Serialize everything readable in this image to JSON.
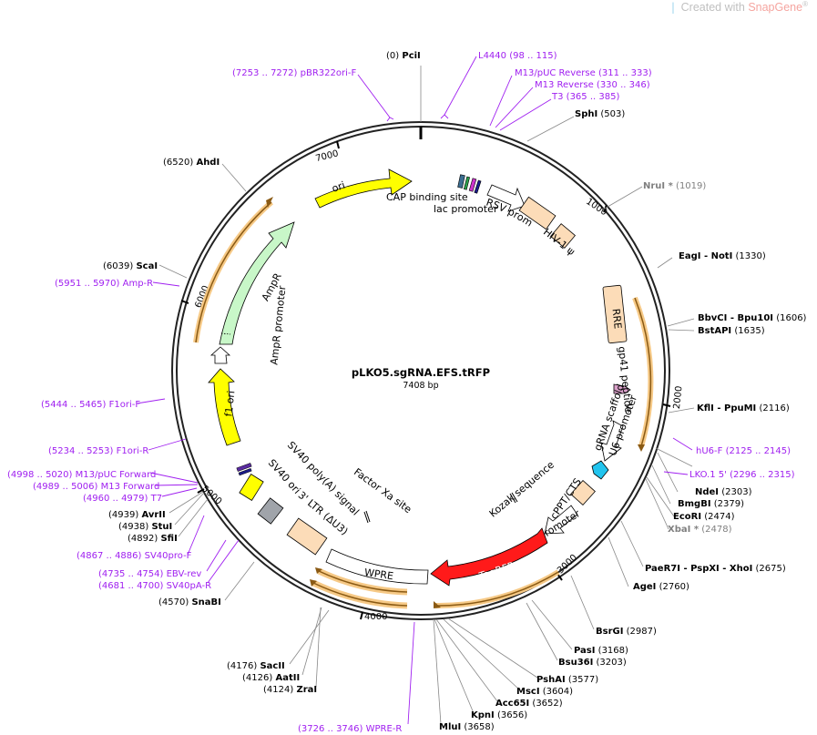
{
  "watermark": {
    "prefix": "Created with ",
    "brand": "SnapGene",
    "mark": "®"
  },
  "plasmid": {
    "name": "pLKO5.sgRNA.EFS.tRFP",
    "length_label": "7408 bp"
  },
  "colors": {
    "primer": "#a020f0",
    "site": "#000000",
    "nonunique_site": "#808080",
    "backbone": "#222222"
  },
  "ticks": [
    {
      "label": "1000"
    },
    {
      "label": "2000"
    },
    {
      "label": "3000"
    },
    {
      "label": "4000"
    },
    {
      "label": "5000"
    },
    {
      "label": "6000"
    },
    {
      "label": "7000"
    }
  ],
  "sites": [
    {
      "name": "PciI",
      "pos": "(0)"
    },
    {
      "name": "SphI",
      "pos": "(503)"
    },
    {
      "name": "NruI *",
      "pos": "(1019)"
    },
    {
      "name": "EagI  -  NotI",
      "pos": "(1330)"
    },
    {
      "name": "BbvCI  -  Bpu10I",
      "pos": "(1606)"
    },
    {
      "name": "BstAPI",
      "pos": "(1635)"
    },
    {
      "name": "KflI  -  PpuMI",
      "pos": "(2116)"
    },
    {
      "name": "NdeI",
      "pos": "(2303)"
    },
    {
      "name": "BmgBI",
      "pos": "(2379)"
    },
    {
      "name": "EcoRI",
      "pos": "(2474)"
    },
    {
      "name": "XbaI *",
      "pos": "(2478)"
    },
    {
      "name": "PaeR7I  -  PspXI  -  XhoI",
      "pos": "(2675)"
    },
    {
      "name": "AgeI",
      "pos": "(2760)"
    },
    {
      "name": "BsrGI",
      "pos": "(2987)"
    },
    {
      "name": "PasI",
      "pos": "(3168)"
    },
    {
      "name": "Bsu36I",
      "pos": "(3203)"
    },
    {
      "name": "PshAI",
      "pos": "(3577)"
    },
    {
      "name": "MscI",
      "pos": "(3604)"
    },
    {
      "name": "Acc65I",
      "pos": "(3652)"
    },
    {
      "name": "KpnI",
      "pos": "(3656)"
    },
    {
      "name": "MluI",
      "pos": "(3658)"
    },
    {
      "name": "SacII",
      "pos": "(4176)"
    },
    {
      "name": "AatII",
      "pos": "(4126)"
    },
    {
      "name": "ZraI",
      "pos": "(4124)"
    },
    {
      "name": "SnaBI",
      "pos": "(4570)"
    },
    {
      "name": "SfiI",
      "pos": "(4892)"
    },
    {
      "name": "StuI",
      "pos": "(4938)"
    },
    {
      "name": "AvrII",
      "pos": "(4939)"
    },
    {
      "name": "ScaI",
      "pos": "(6039)"
    },
    {
      "name": "AhdI",
      "pos": "(6520)"
    }
  ],
  "primers": [
    {
      "name": "pBR322ori-F",
      "range": "(7253 .. 7272)"
    },
    {
      "name": "L4440",
      "range": "(98 .. 115)"
    },
    {
      "name": "M13/pUC Reverse",
      "range": "(311 .. 333)"
    },
    {
      "name": "M13 Reverse",
      "range": "(330 .. 346)"
    },
    {
      "name": "T3",
      "range": "(365 .. 385)"
    },
    {
      "name": "hU6-F",
      "range": "(2125 .. 2145)"
    },
    {
      "name": "LKO.1 5'",
      "range": "(2296 .. 2315)"
    },
    {
      "name": "WPRE-R",
      "range": "(3726 .. 3746)"
    },
    {
      "name": "SV40pA-R",
      "range": "(4681 .. 4700)"
    },
    {
      "name": "EBV-rev",
      "range": "(4735 .. 4754)"
    },
    {
      "name": "SV40pro-F",
      "range": "(4867 .. 4886)"
    },
    {
      "name": "T7",
      "range": "(4960 .. 4979)"
    },
    {
      "name": "M13 Forward",
      "range": "(4989 .. 5006)"
    },
    {
      "name": "M13/pUC Forward",
      "range": "(4998 .. 5020)"
    },
    {
      "name": "F1ori-R",
      "range": "(5234 .. 5253)"
    },
    {
      "name": "F1ori-F",
      "range": "(5444 .. 5465)"
    },
    {
      "name": "Amp-R",
      "range": "(5951 .. 5970)"
    }
  ],
  "features": {
    "ori": "ori",
    "cap": "CAP binding site",
    "lac": "lac promoter",
    "rsv": "RSV promoter",
    "hiv": "HIV-1 ψ",
    "rre": "RRE",
    "gp41": "gp41 peptide",
    "grna": "gRNA scaffold",
    "u6": "U6 promoter",
    "kozak": "Kozak sequence",
    "cppt": "cPPT/CTS",
    "ef1a": "EF-1α core promoter",
    "tagrfp": "TagRFP",
    "wpre": "WPRE",
    "factorxa": "Factor Xa site",
    "ltr": "3' LTR (ΔU3)",
    "sv40polya": "SV40 poly(A) signal",
    "sv40ori": "SV40 ori",
    "f1ori": "f1 ori",
    "ampprom": "AmpR promoter",
    "ampr": "AmpR"
  }
}
